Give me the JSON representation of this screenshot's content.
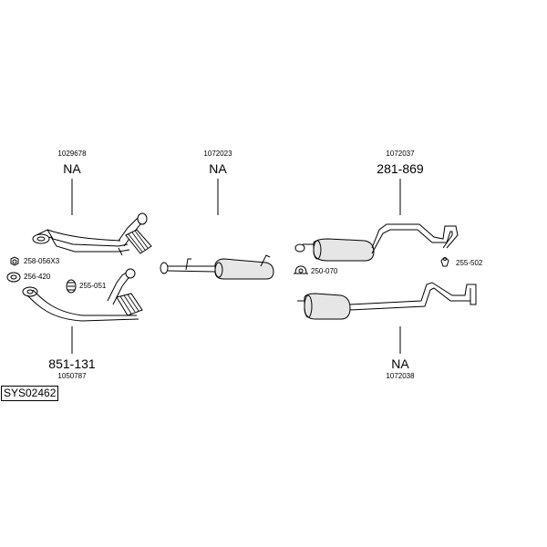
{
  "system_code": "SYS02462",
  "groups": {
    "front_pipe_upper": {
      "code": "1029678",
      "number": "NA"
    },
    "center_muffler": {
      "code": "1072023",
      "number": "NA"
    },
    "rear_muffler_upper": {
      "code": "1072037",
      "number": "281-869"
    },
    "front_pipe_lower": {
      "code": "1050787",
      "number": "851-131"
    },
    "rear_muffler_lower": {
      "code": "1072038",
      "number": "NA"
    }
  },
  "accessories": {
    "nut": "258-056X3",
    "gasket": "256-420",
    "clamp_front": "255-051",
    "clamp_center": "250-070",
    "clamp_rear": "255-502"
  }
}
